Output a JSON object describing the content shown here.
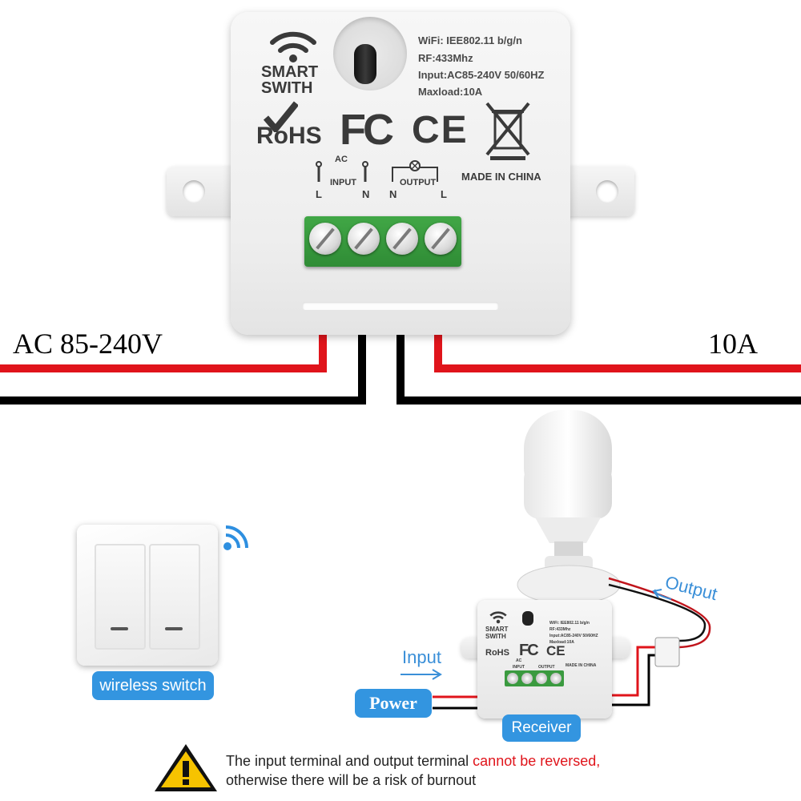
{
  "module": {
    "brand_line1": "SMART",
    "brand_line2": "SWITH",
    "specs": [
      "WiFi: IEE802.11 b/g/n",
      "RF:433Mhz",
      "Input:AC85-240V 50/60HZ",
      "Maxload:10A"
    ],
    "rohs": "RoHS",
    "fc": "FC",
    "ce": "CE",
    "ac": "AC",
    "input_label": "INPUT",
    "output_label": "OUTPUT",
    "term_l1": "L",
    "term_n1": "N",
    "term_n2": "N",
    "term_l2": "L",
    "made_in": "MADE IN CHINA"
  },
  "wires": {
    "left_label": "AC 85-240V",
    "right_label": "10A",
    "colors": {
      "live": "#e0141b",
      "neutral": "#000000"
    }
  },
  "scene": {
    "switch_caption": "wireless switch",
    "input_label": "Input",
    "output_label": "Output",
    "power_label": "Power",
    "receiver_label": "Receiver",
    "accent": "#3395e0"
  },
  "warning": {
    "text_part1": "The input terminal and output terminal ",
    "text_highlight": "cannot be reversed,",
    "text_part2": "otherwise there will be a risk of burnout",
    "highlight_color": "#e0141b"
  }
}
